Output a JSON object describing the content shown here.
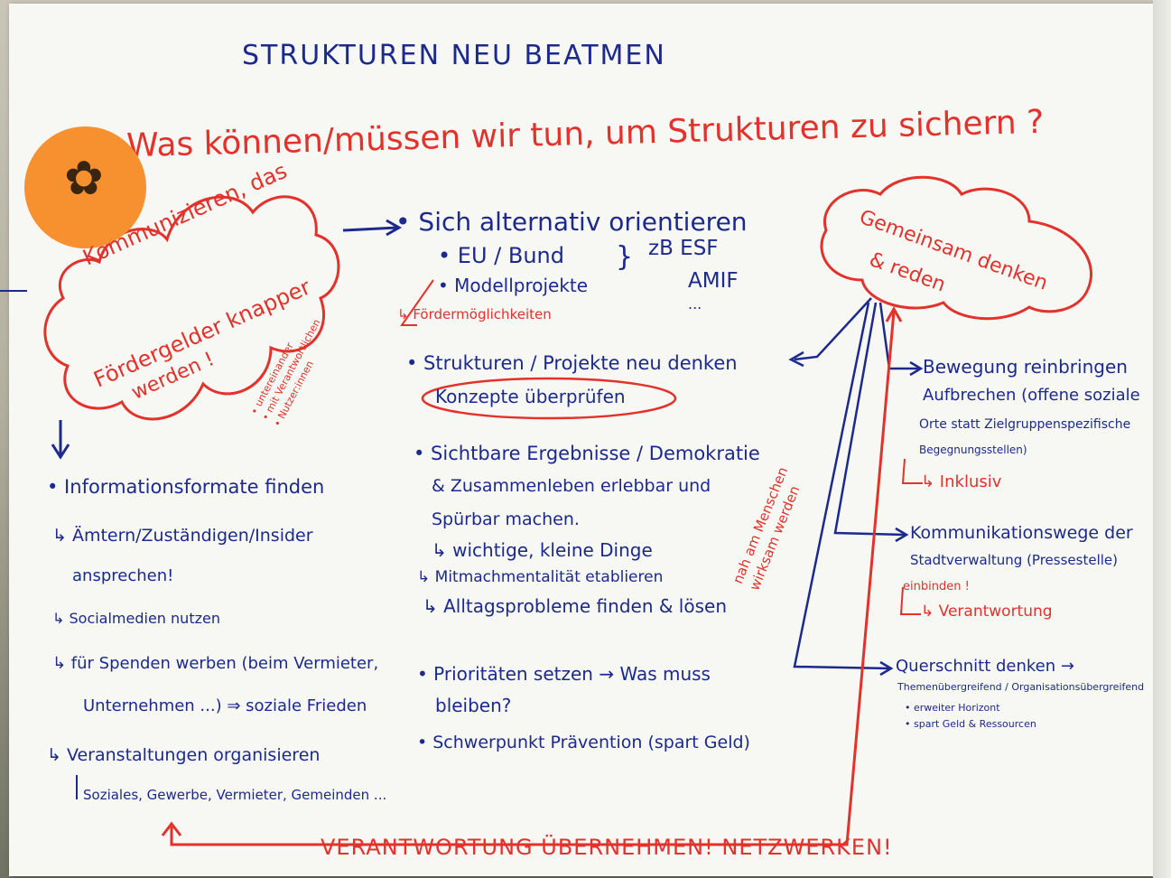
{
  "title": "STRUKTUREN NEU BEATMEN",
  "question": "Was können/müssen wir tun, um Strukturen zu sichern ?",
  "sun_icon": "flower-icon",
  "colors": {
    "blue": "#1b2a8c",
    "red": "#e2322b",
    "orange": "#f7902f",
    "paper": "#f7f7f4"
  },
  "left_cloud": {
    "line1": "Kommunizieren, das",
    "line2": "Fördergelder knapper",
    "line3": "werden !"
  },
  "left_cloud_note": [
    "• untereinander",
    "• mit Verantwortlichen",
    "• Nutzer:innen"
  ],
  "left_column": {
    "item1": "• Informationsformate finden",
    "item1_sub1": "↳ Ämtern/Zuständigen/Insider",
    "item1_sub1b": "ansprechen!",
    "item1_sub2": "↳ Socialmedien nutzen",
    "item1_sub3": "↳ für Spenden werben (beim Vermieter,",
    "item1_sub3b": "Unternehmen ...) ⇒ soziale Frieden",
    "item1_sub4": "↳ Veranstaltungen organisieren",
    "item1_sub4b": "Soziales, Gewerbe, Vermieter, Gemeinden ..."
  },
  "middle_column": {
    "item1": "• Sich alternativ orientieren",
    "item1_sub1": "• EU / Bund",
    "item1_sub2": "• Modellprojekte",
    "item1_side1": "zB  ESF",
    "item1_side2": "AMIF",
    "item1_side3": "...",
    "item1_note": "↳ Fördermöglichkeiten",
    "item2": "• Strukturen / Projekte neu denken",
    "item2_sub": "Konzepte überprüfen",
    "item3": "• Sichtbare Ergebnisse / Demokratie",
    "item3_line2": "& Zusammenleben erlebbar und",
    "item3_line3": "Spürbar machen.",
    "item3_sub1": "↳ wichtige, kleine Dinge",
    "item3_sub2": "↳ Mitmachmentalität etablieren",
    "item3_sub3": "↳ Alltagsprobleme finden & lösen",
    "item3_vertical1": "nah am Menschen",
    "item3_vertical2": "wirksam werden",
    "item4": "• Prioritäten setzen → Was muss",
    "item4_line2": "bleiben?",
    "item5": "• Schwerpunkt Prävention (spart Geld)"
  },
  "right_cloud": {
    "line1": "Gemeinsam denken",
    "line2": "& reden"
  },
  "right_column": {
    "item1": "Bewegung reinbringen",
    "item1_line2": "Aufbrechen (offene soziale",
    "item1_line3": "Orte statt Zielgruppenspezifische",
    "item1_line4": "Begegnungsstellen)",
    "item1_note": "↳ Inklusiv",
    "item2": "Kommunikationswege der",
    "item2_line2": "Stadtverwaltung (Pressestelle)",
    "item2_line3": "einbinden !",
    "item2_note": "↳ Verantwortung",
    "item3": "Querschnitt denken →",
    "item3_line2": "Themenübergreifend / Organisationsübergreifend",
    "item3_line3": "• erweiter Horizont",
    "item3_line4": "• spart Geld & Ressourcen"
  },
  "footer": "VERANTWORTUNG ÜBERNEHMEN! NETZWERKEN!"
}
